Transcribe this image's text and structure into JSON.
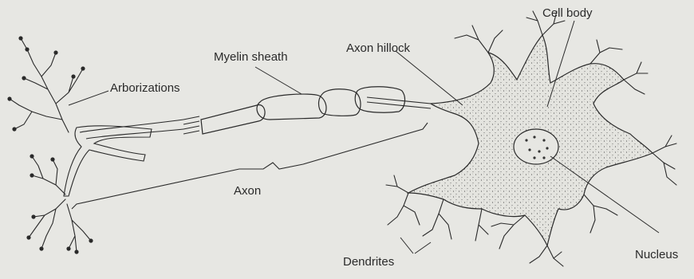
{
  "labels": {
    "cell_body": "Cell body",
    "myelin_sheath": "Myelin sheath",
    "axon_hillock": "Axon hillock",
    "arborizations": "Arborizations",
    "axon": "Axon",
    "dendrites": "Dendrites",
    "nucleus": "Nucleus"
  }
}
